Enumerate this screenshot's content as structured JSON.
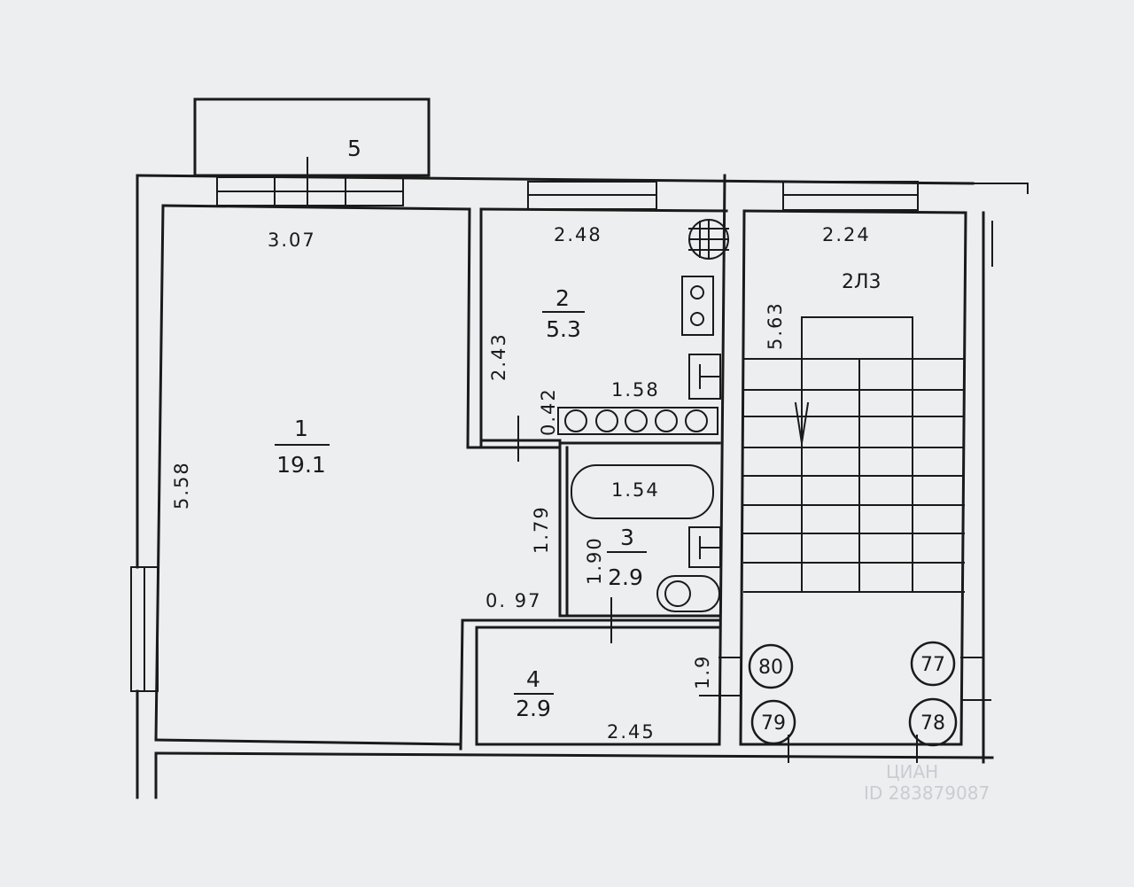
{
  "balcony_label": "5",
  "rooms": {
    "room1": {
      "number": "1",
      "area": "19.1"
    },
    "room2": {
      "number": "2",
      "area": "5.3"
    },
    "room3": {
      "number": "3",
      "area": "2.9"
    },
    "room4": {
      "number": "4",
      "area": "2.9"
    },
    "stair": {
      "label": "2Л3"
    }
  },
  "dimensions": {
    "r1_width": "3.07",
    "r1_length": "5.58",
    "r2_width": "2.48",
    "r2_depth": "2.43",
    "stair_width": "2.24",
    "stair_length": "5.63",
    "niche_depth": "0.42",
    "niche_width": "1.58",
    "bath_tub": "1.54",
    "bath_side": "1.79",
    "bath_inner": "1.90",
    "corridor_gap": "0. 97",
    "r4_depth": "1.9",
    "r4_width": "2.45"
  },
  "apartment_numbers": [
    "80",
    "77",
    "79",
    "78"
  ],
  "watermark": {
    "brand": "ЦИАН",
    "id": "ID 283879087"
  }
}
